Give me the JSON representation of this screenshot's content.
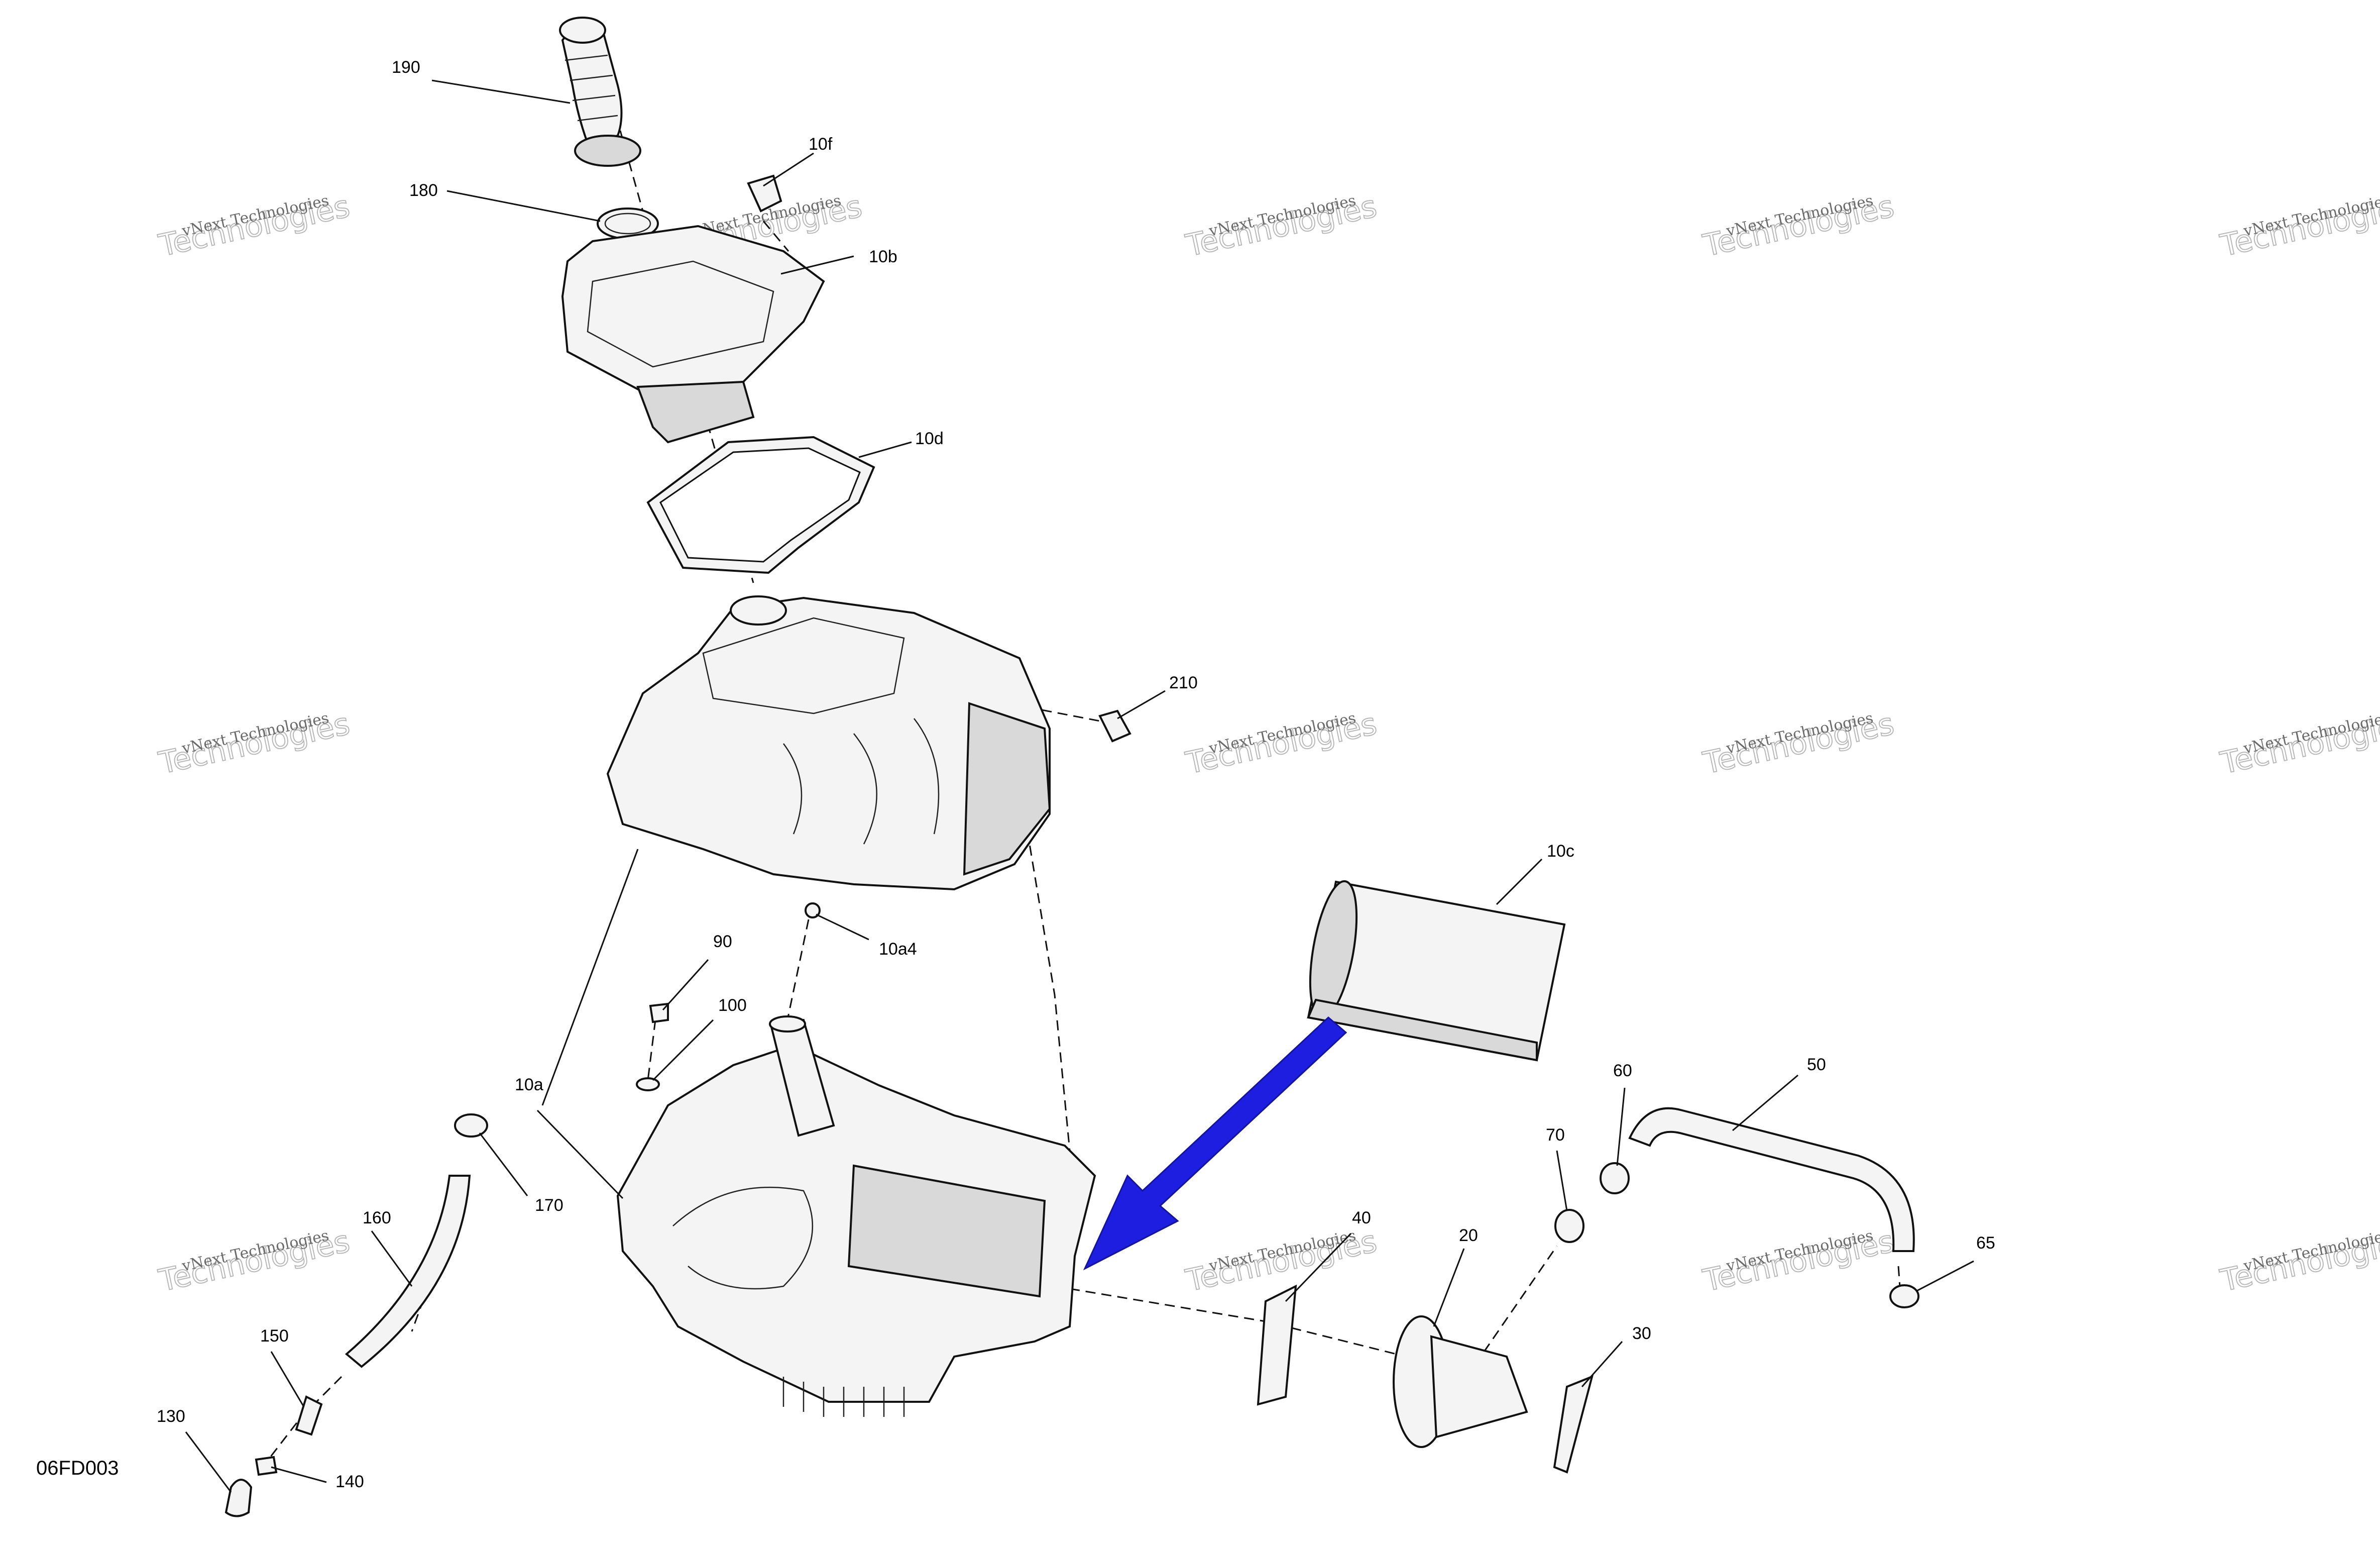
{
  "figure_id": "06FD003",
  "watermark": {
    "line1": "vNext Technologies",
    "line2": "Technologies"
  },
  "callouts": [
    {
      "id": "190",
      "name": "callout-190"
    },
    {
      "id": "180",
      "name": "callout-180"
    },
    {
      "id": "10f",
      "name": "callout-10f"
    },
    {
      "id": "10b",
      "name": "callout-10b"
    },
    {
      "id": "10d",
      "name": "callout-10d"
    },
    {
      "id": "210",
      "name": "callout-210"
    },
    {
      "id": "10c",
      "name": "callout-10c"
    },
    {
      "id": "10a4",
      "name": "callout-10a4"
    },
    {
      "id": "90",
      "name": "callout-90"
    },
    {
      "id": "100",
      "name": "callout-100"
    },
    {
      "id": "10a",
      "name": "callout-10a"
    },
    {
      "id": "170",
      "name": "callout-170"
    },
    {
      "id": "160",
      "name": "callout-160"
    },
    {
      "id": "150",
      "name": "callout-150"
    },
    {
      "id": "130",
      "name": "callout-130"
    },
    {
      "id": "140",
      "name": "callout-140"
    },
    {
      "id": "60",
      "name": "callout-60"
    },
    {
      "id": "50",
      "name": "callout-50"
    },
    {
      "id": "70",
      "name": "callout-70"
    },
    {
      "id": "40",
      "name": "callout-40"
    },
    {
      "id": "20",
      "name": "callout-20"
    },
    {
      "id": "65",
      "name": "callout-65"
    },
    {
      "id": "30",
      "name": "callout-30"
    }
  ],
  "colors": {
    "arrow": "#1e1ee0",
    "line": "#111111",
    "shade": "#d9d9d9"
  }
}
